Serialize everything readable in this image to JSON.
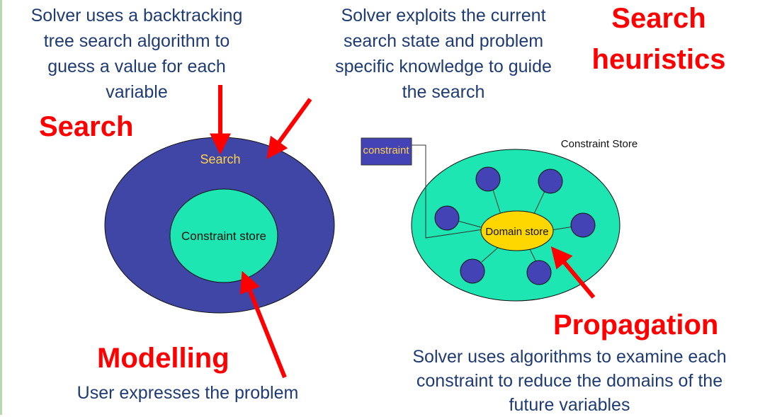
{
  "texts": {
    "search_desc": [
      "Solver uses a backtracking",
      "tree search algorithm to",
      "guess a value for each",
      "variable"
    ],
    "heuristics_desc": [
      "Solver exploits the current",
      "search state and problem",
      "specific knowledge to guide",
      "the search"
    ],
    "propagation_desc": [
      "Solver uses algorithms to examine each",
      "constraint to reduce the domains of the",
      "future variables"
    ],
    "modelling_desc": "User expresses the problem"
  },
  "headings": {
    "search": "Search",
    "heuristics": [
      "Search",
      "heuristics"
    ],
    "propagation": "Propagation",
    "modelling": "Modelling"
  },
  "diagram": {
    "outer_label": "Search",
    "inner_label": "Constraint store",
    "store_title": "Constraint Store",
    "domain_label": "Domain store",
    "constraint_tag": "constraint"
  },
  "colors": {
    "outer_fill": "#4046a6",
    "inner_fill": "#1de6b2",
    "domain_fill": "#ffd700",
    "variable_fill": "#4343b6",
    "heading": "#ff0000",
    "arrow": "#ff0000",
    "body_text": "#1f3b73"
  }
}
